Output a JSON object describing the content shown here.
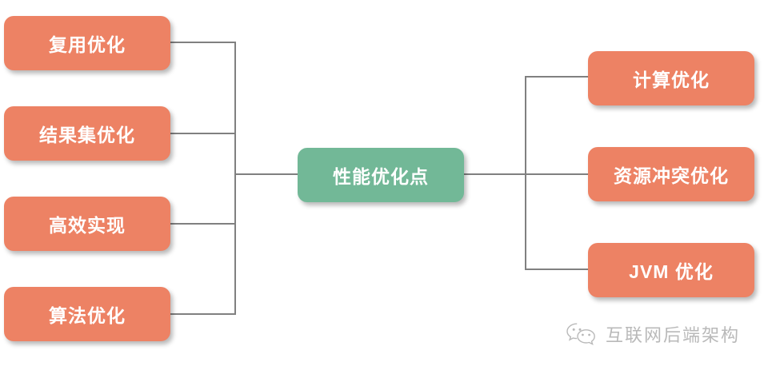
{
  "diagram": {
    "type": "mind-map",
    "title_node": {
      "label": "性能优化点",
      "color": "#72b897"
    },
    "leaf_color": "#ed8264",
    "connector_color": "#808080",
    "left_branches": [
      {
        "label": "复用优化"
      },
      {
        "label": "结果集优化"
      },
      {
        "label": "高效实现"
      },
      {
        "label": "算法优化"
      }
    ],
    "right_branches": [
      {
        "label": "计算优化"
      },
      {
        "label": "资源冲突优化"
      },
      {
        "label": "JVM 优化"
      }
    ]
  },
  "watermark": {
    "icon": "wechat-icon",
    "text": "互联网后端架构"
  }
}
